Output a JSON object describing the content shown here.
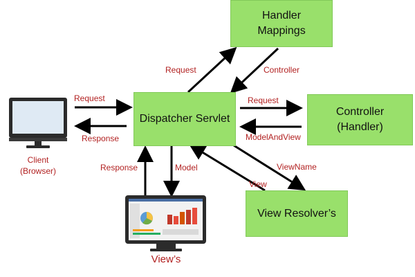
{
  "boxes": {
    "handler_mappings": {
      "line1": "Handler",
      "line2": "Mappings"
    },
    "dispatcher_servlet": {
      "text": "Dispatcher Servlet"
    },
    "controller": {
      "line1": "Controller",
      "line2": "(Handler)"
    },
    "view_resolver": {
      "text": "View Resolver’s"
    }
  },
  "captions": {
    "client_line1": "Client",
    "client_line2": "(Browser)",
    "views": "View’s"
  },
  "labels": {
    "request_client": "Request",
    "response_client": "Response",
    "request_handler": "Request",
    "controller_return": "Controller",
    "request_controller": "Request",
    "model_and_view": "ModelAndView",
    "view_name": "ViewName",
    "view": "View",
    "response_view": "Response",
    "model": "Model"
  },
  "colors": {
    "box_fill": "#99e06b",
    "label_text": "#b22222",
    "arrow": "#000000",
    "monitor_frame": "#2b2b2b",
    "monitor_screen": "#e8f0f7"
  },
  "icons": {
    "client": "desktop-monitor-icon",
    "views": "monitor-dashboard-icon"
  }
}
